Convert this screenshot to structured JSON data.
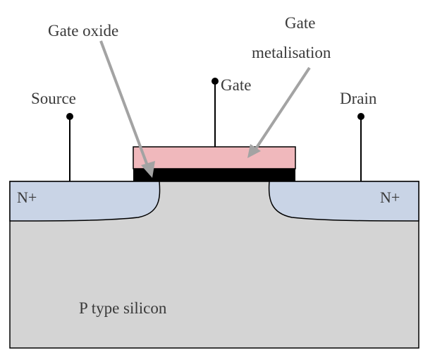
{
  "labels": {
    "gate_oxide": "Gate oxide",
    "gate_metal_line1": "Gate",
    "gate_metal_line2": "metalisation",
    "gate": "Gate",
    "source": "Source",
    "drain": "Drain",
    "n_plus_left": "N+",
    "n_plus_right": "N+",
    "substrate": "P type silicon"
  },
  "colors": {
    "substrate": "#d4d4d4",
    "n_region": "#c9d4e6",
    "gate_metal": "#f0b8bc",
    "gate_oxide": "#000000",
    "leader_arrow": "#a3a3a3",
    "outline": "#000000"
  }
}
